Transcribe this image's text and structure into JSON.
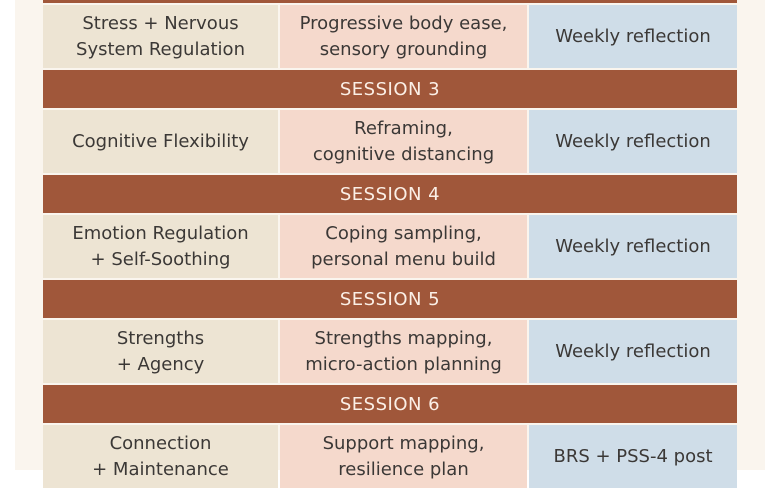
{
  "rows": [
    {
      "type": "row",
      "topic": "Stress + Nervous\nSystem Regulation",
      "practice": "Progressive body ease,\nsensory grounding",
      "assessment": "Weekly reflection"
    },
    {
      "type": "header",
      "label": "SESSION 3"
    },
    {
      "type": "row",
      "topic": "Cognitive Flexibility",
      "practice": "Reframing,\ncognitive distancing",
      "assessment": "Weekly reflection"
    },
    {
      "type": "header",
      "label": "SESSION 4"
    },
    {
      "type": "row",
      "topic": "Emotion Regulation\n+ Self-Soothing",
      "practice": "Coping sampling,\npersonal menu build",
      "assessment": "Weekly reflection"
    },
    {
      "type": "header",
      "label": "SESSION 5"
    },
    {
      "type": "row",
      "topic": "Strengths\n+ Agency",
      "practice": "Strengths mapping,\nmicro-action planning",
      "assessment": "Weekly reflection"
    },
    {
      "type": "header",
      "label": "SESSION 6"
    },
    {
      "type": "row",
      "topic": "Connection\n+ Maintenance",
      "practice": "Support mapping,\nresilience plan",
      "assessment": "BRS + PSS-4 post"
    }
  ],
  "colors": {
    "header": "#a0573a",
    "topic": "#ede4d3",
    "practice": "#f5d9cc",
    "assessment": "#cfdde8"
  }
}
